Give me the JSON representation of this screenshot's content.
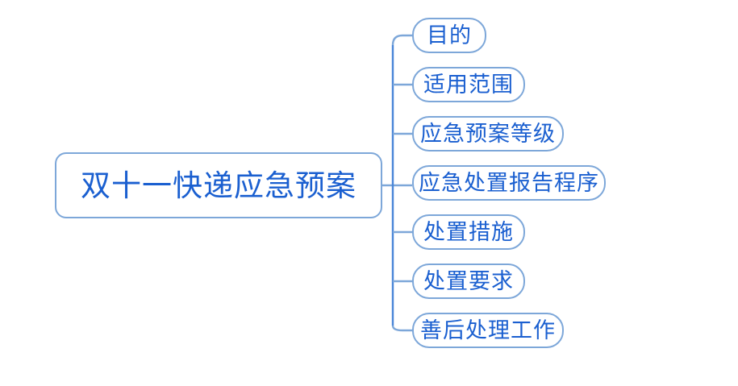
{
  "diagram": {
    "type": "mind-map",
    "title": "双十一快递应急预案",
    "background_color": "#ffffff",
    "node_border_color": "#7da7d9",
    "node_text_color": "#1a5fd0",
    "connector_color": "#7da7d9",
    "root": {
      "label": "双十一快递应急预案"
    },
    "children": [
      {
        "label": "目的"
      },
      {
        "label": "适用范围"
      },
      {
        "label": "应急预案等级"
      },
      {
        "label": "应急处置报告程序"
      },
      {
        "label": "处置措施"
      },
      {
        "label": "处置要求"
      },
      {
        "label": "善后处理工作"
      }
    ]
  }
}
